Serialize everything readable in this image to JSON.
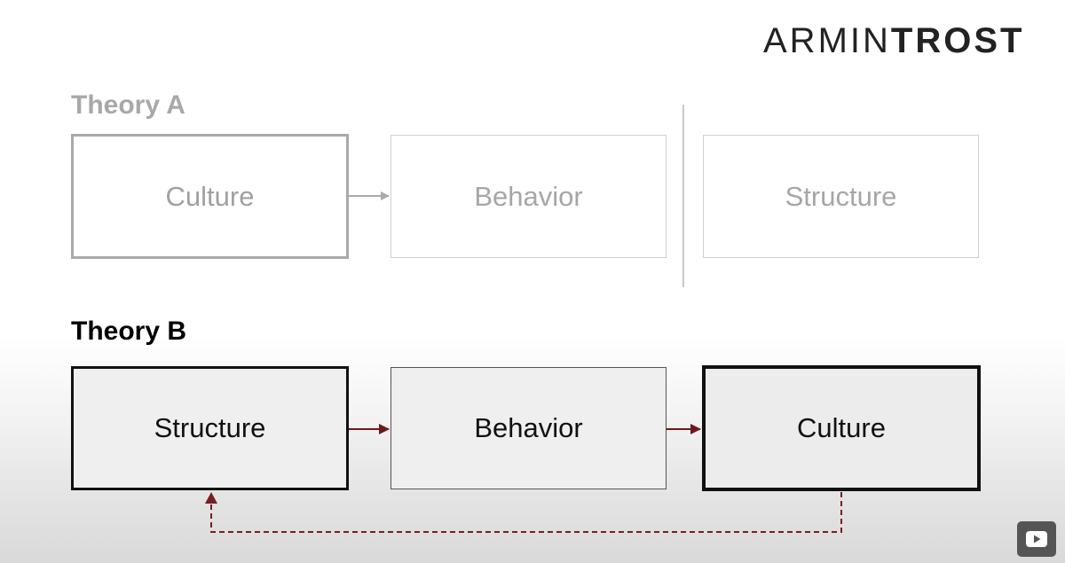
{
  "brand": {
    "light": "ARMIN",
    "bold": "TROST"
  },
  "theory_a": {
    "title": "Theory A",
    "boxes": [
      "Culture",
      "Behavior",
      "Structure"
    ]
  },
  "theory_b": {
    "title": "Theory B",
    "boxes": [
      "Structure",
      "Behavior",
      "Culture"
    ]
  },
  "colors": {
    "arrow_b": "#6b1a1a",
    "arrow_a": "#a9a9a9",
    "feedback": "#7a1e1e"
  },
  "icons": {
    "player_button": "youtube-play-icon"
  }
}
